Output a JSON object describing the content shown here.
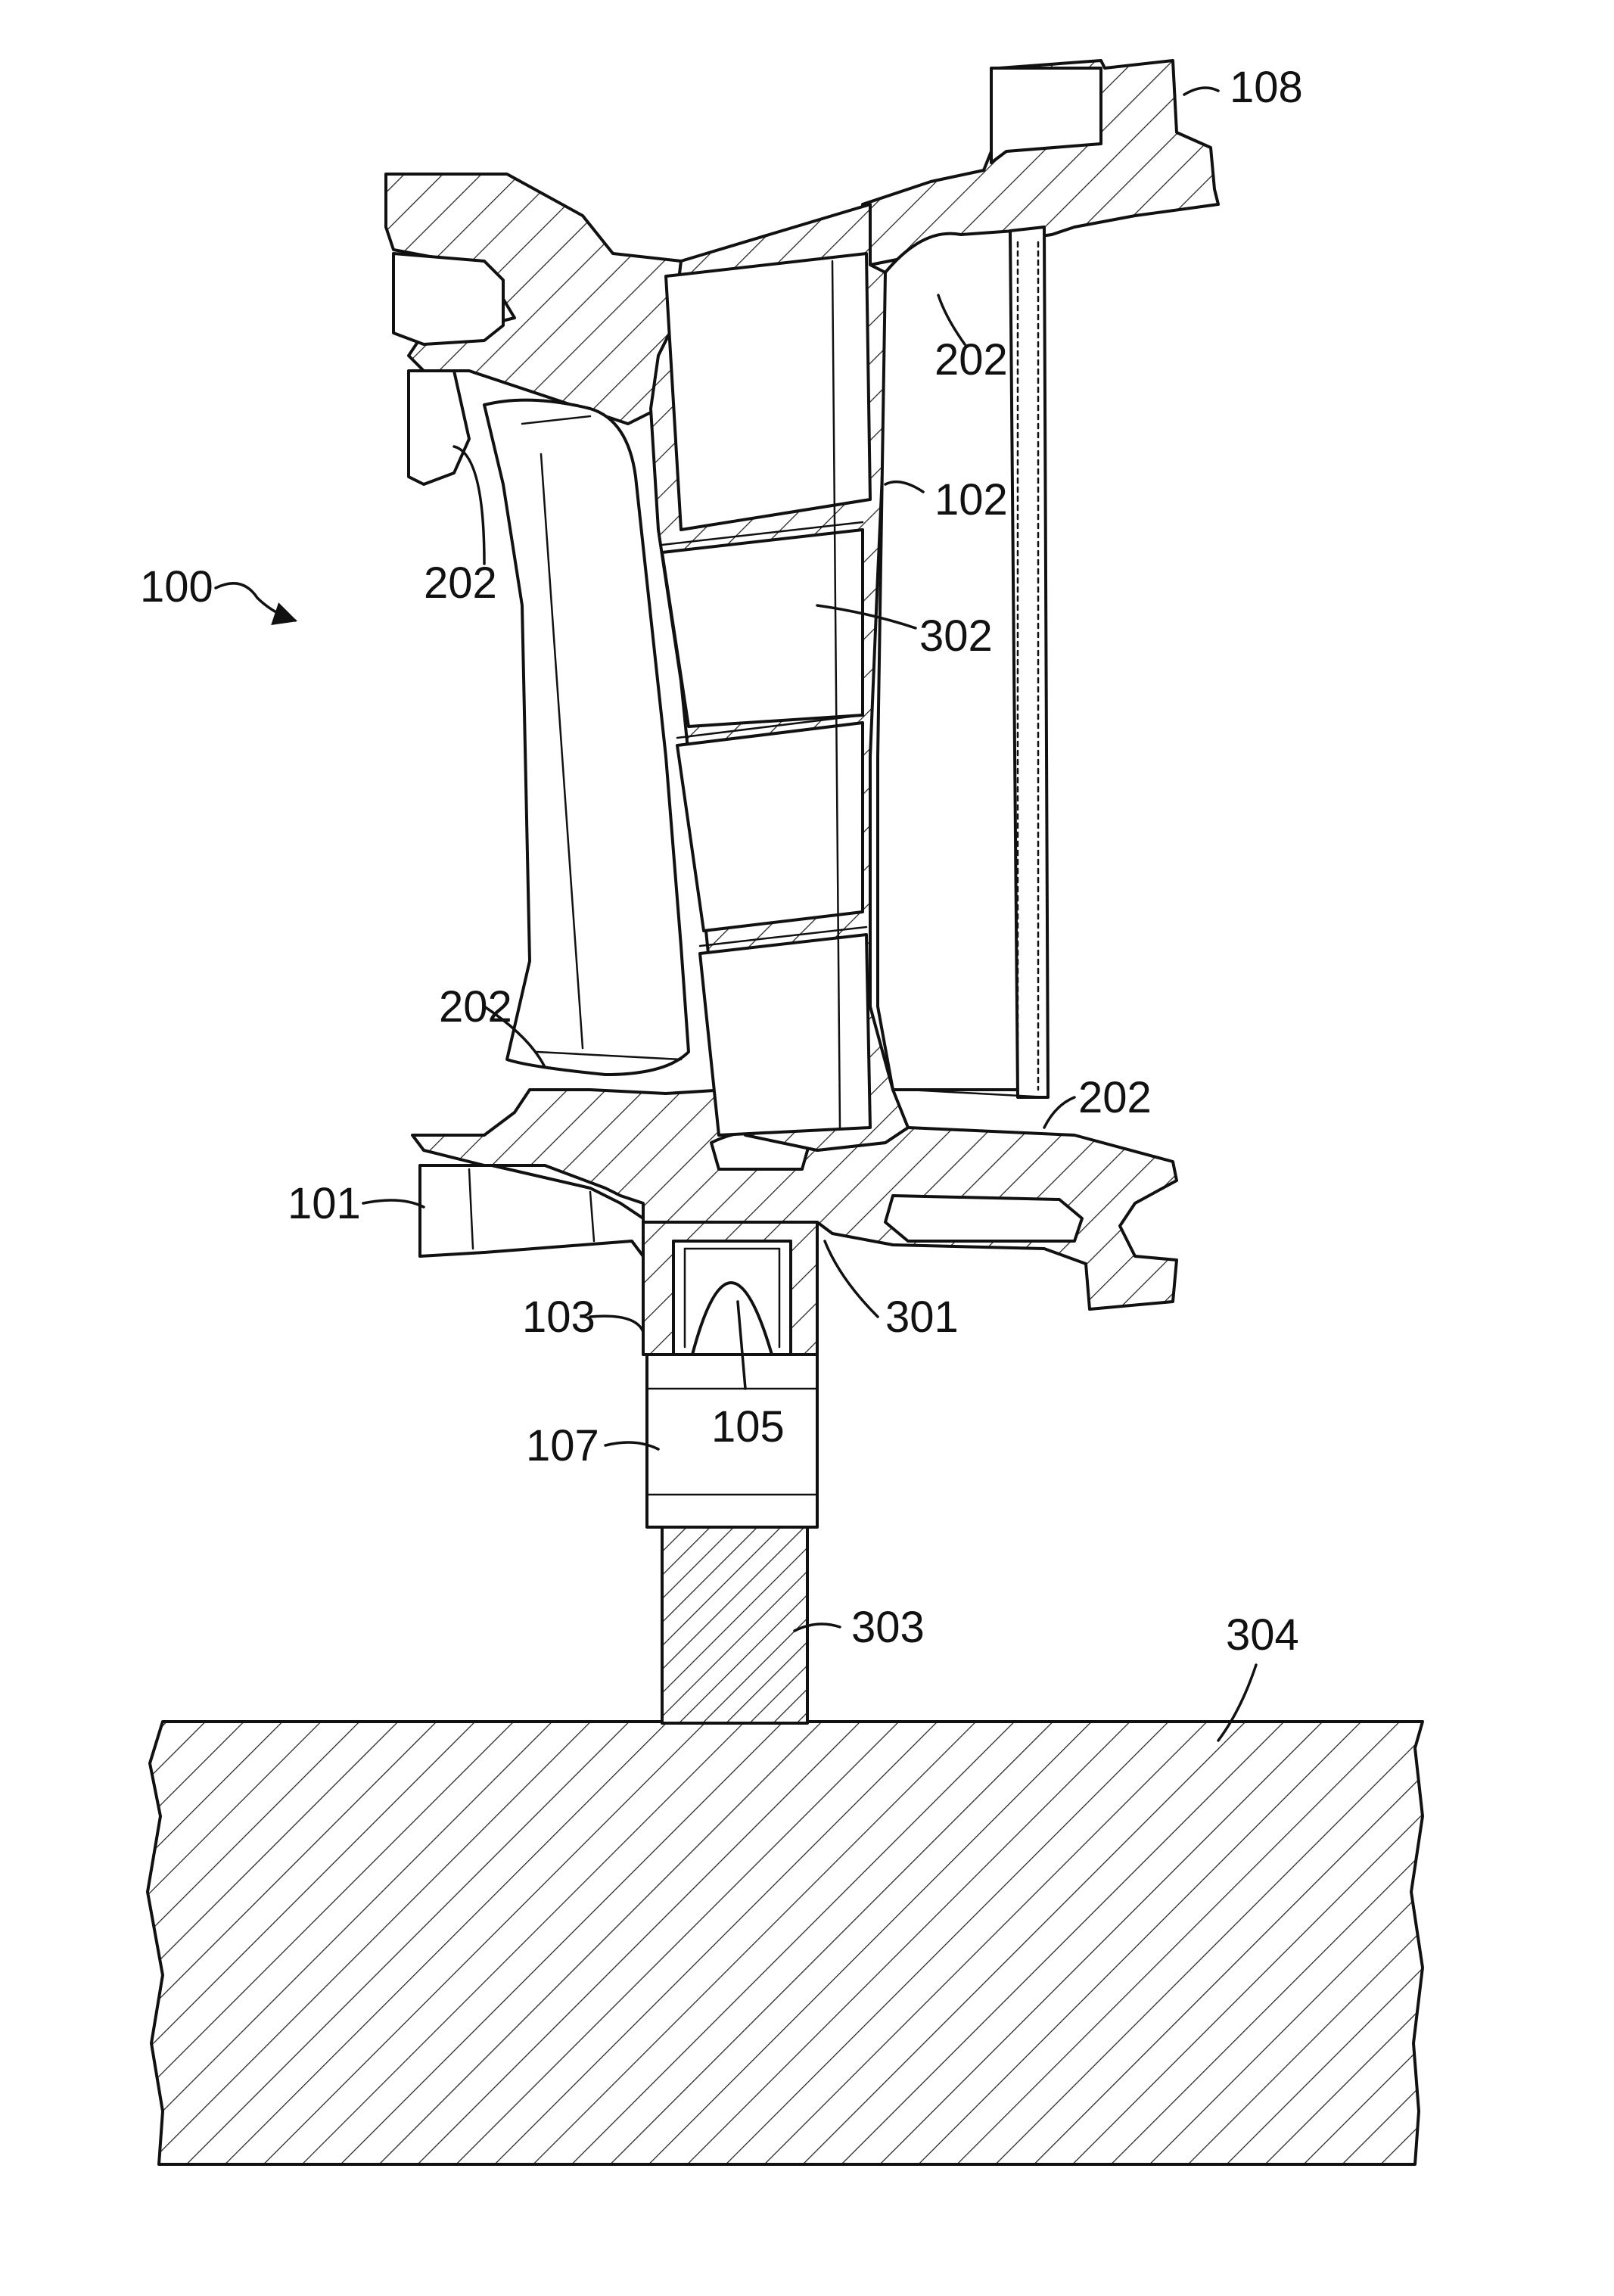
{
  "figure": {
    "labels": {
      "l100": "100",
      "l108": "108",
      "l202_top_right": "202",
      "l202_upper_left": "202",
      "l102": "102",
      "l302": "302",
      "l202_lower_left": "202",
      "l202_lower_right": "202",
      "l101": "101",
      "l103": "103",
      "l301": "301",
      "l105": "105",
      "l107": "107",
      "l303": "303",
      "l304": "304"
    }
  }
}
